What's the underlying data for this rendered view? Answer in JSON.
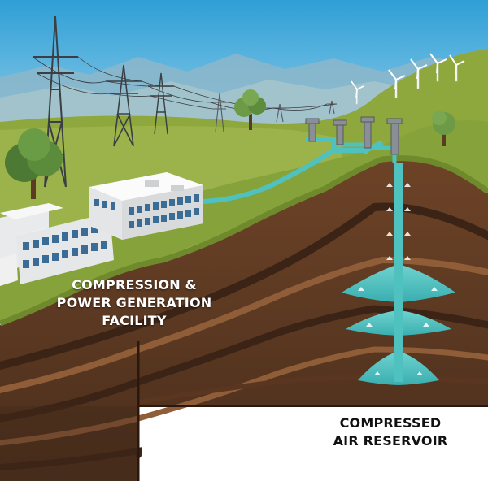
{
  "labels": {
    "facility": [
      "COMPRESSION &",
      "POWER GENERATION",
      "FACILITY"
    ],
    "reservoir": [
      "COMPRESSED",
      "AIR RESERVOIR"
    ]
  },
  "colors": {
    "sky_top": "#2f9fd6",
    "sky_bottom": "#bfe3f2",
    "grass": "#8da43a",
    "soil_dark": "#3e2719",
    "soil_mid": "#6b4227",
    "soil_light": "#8d5b36",
    "air_pipe": "#4fc2bf",
    "building": "#eeeeee",
    "window": "#3b6c96"
  },
  "icons": [
    "transmission-tower-icon",
    "wind-turbine-icon",
    "tree-icon",
    "building-icon",
    "wellhead-icon"
  ]
}
